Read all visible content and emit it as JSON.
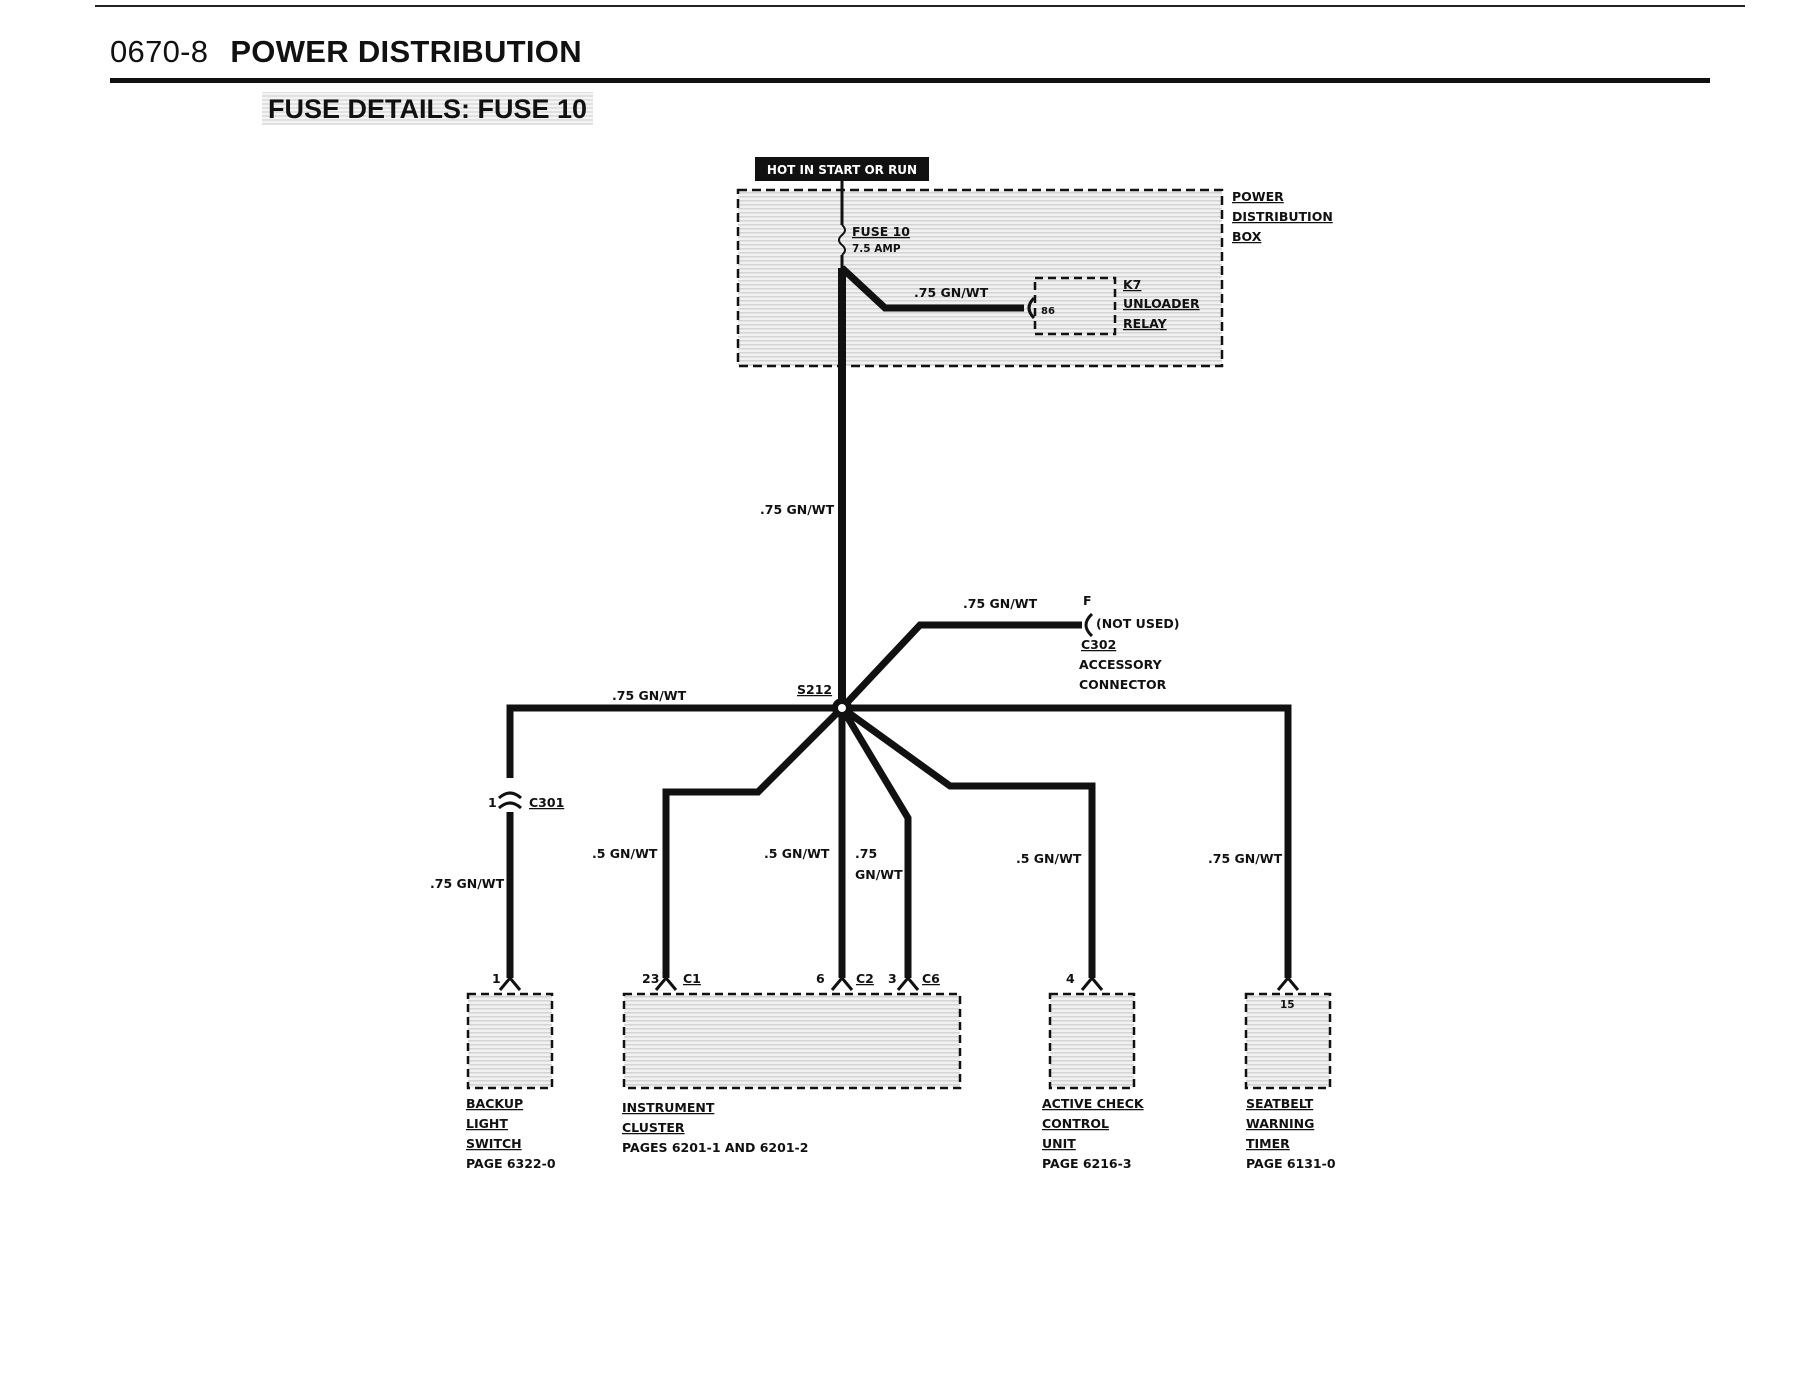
{
  "header": {
    "number": "0670-8",
    "title": "POWER DISTRIBUTION"
  },
  "subtitle": "FUSE DETAILS: FUSE 10",
  "diagram": {
    "hot_label": "HOT IN START OR RUN",
    "pdb": {
      "line1": "POWER",
      "line2": "DISTRIBUTION",
      "line3": "BOX"
    },
    "fuse": {
      "name": "FUSE 10",
      "rating": "7.5 AMP"
    },
    "relay": {
      "pin": "86",
      "id": "K7",
      "line1": "UNLOADER",
      "line2": "RELAY"
    },
    "wire_relay": ".75 GN/WT",
    "wire_main": ".75 GN/WT",
    "splice": "S212",
    "accessory": {
      "wire": ".75 GN/WT",
      "pin": "F",
      "status": "(NOT USED)",
      "connector": "C302",
      "line1": "ACCESSORY",
      "line2": "CONNECTOR"
    },
    "wire_left_top": ".75 GN/WT",
    "c301": {
      "pin": "1",
      "connector": "C301"
    },
    "wire_backup": ".75 GN/WT",
    "wire_c1": ".5 GN/WT",
    "wire_c2": ".5 GN/WT",
    "wire_c6_1": ".75",
    "wire_c6_2": "GN/WT",
    "wire_acc": ".5 GN/WT",
    "wire_seat": ".75 GN/WT",
    "backup": {
      "pin": "1",
      "line1": "BACKUP",
      "line2": "LIGHT",
      "line3": "SWITCH",
      "page": "PAGE 6322-0"
    },
    "cluster": {
      "c1_pin": "23",
      "c1": "C1",
      "c2_pin": "6",
      "c2": "C2",
      "c6_pin": "3",
      "c6": "C6",
      "line1": "INSTRUMENT",
      "line2": "CLUSTER",
      "page": "PAGES 6201-1 AND 6201-2"
    },
    "acc": {
      "pin": "4",
      "line1": "ACTIVE CHECK",
      "line2": "CONTROL",
      "line3": "UNIT",
      "page": "PAGE 6216-3"
    },
    "seat": {
      "pin": "15",
      "line1": "SEATBELT",
      "line2": "WARNING",
      "line3": "TIMER",
      "page": "PAGE 6131-0"
    }
  }
}
